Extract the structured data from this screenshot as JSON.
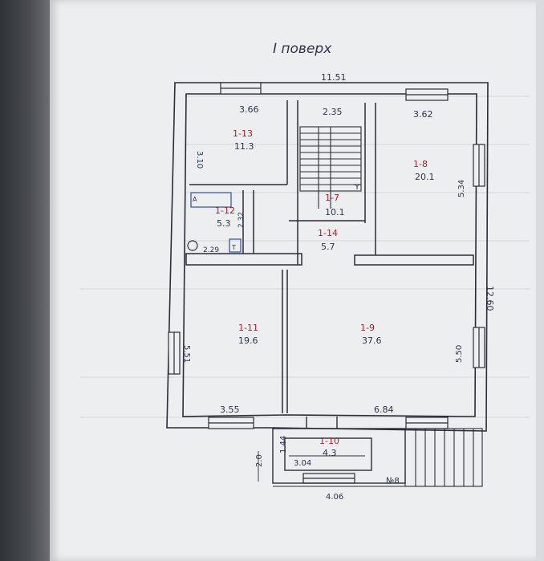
{
  "title": "I поверх",
  "overall": {
    "width": "11.51",
    "height": "12.60"
  },
  "rooms": [
    {
      "id": "r13",
      "number": "1-13",
      "area": "11.3"
    },
    {
      "id": "r8",
      "number": "1-8",
      "area": "20.1"
    },
    {
      "id": "r7",
      "number": "1-7",
      "area": "10.1"
    },
    {
      "id": "r12",
      "number": "1-12",
      "area": "5.3"
    },
    {
      "id": "r14",
      "number": "1-14",
      "area": "5.7"
    },
    {
      "id": "r11",
      "number": "1-11",
      "area": "19.6"
    },
    {
      "id": "r9",
      "number": "1-9",
      "area": "37.6"
    },
    {
      "id": "r10",
      "number": "1-10",
      "area": "4.3"
    }
  ],
  "dimensions": {
    "d366": "3.66",
    "d235": "2.35",
    "d362": "3.62",
    "d310": "3.10",
    "d354": "5.34",
    "d232": "2.32",
    "d229": "2.29",
    "d551": "5.51",
    "d550": "5.50",
    "d355": "3.55",
    "d684": "6.84",
    "d144": "1.44",
    "d20": "2.0",
    "d304": "3.04",
    "d406": "4.06"
  },
  "fixtures": {
    "t_label": "T",
    "a_label": "A",
    "y_label": "Y"
  },
  "note": "№8"
}
